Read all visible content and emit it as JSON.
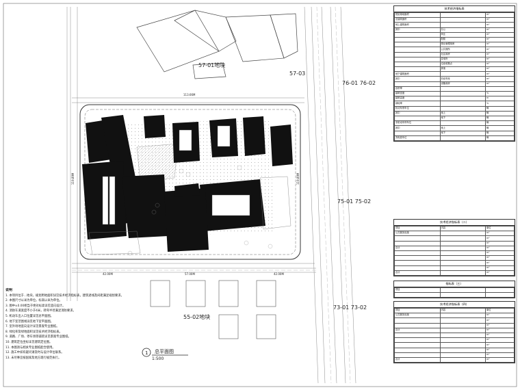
{
  "plan": {
    "parcel_labels": [
      "57-01地块",
      "57-03",
      "76-01 76-02",
      "75-01 75-02",
      "55-02地块",
      "73-01 73-02"
    ],
    "dimension_labels": [
      "113.66M",
      "119.89M",
      "119.89M",
      "42.00M",
      "57.00M",
      "42.00M"
    ],
    "drawing_title": "总平面图",
    "drawing_number": "1",
    "scale_text": "1:500"
  },
  "notes": {
    "heading": "说明",
    "lines": [
      "1. 本项目位于...地块，规划用地面积详见技术经济指标表，建筑退线及间距满足规划要求。",
      "2. 本图尺寸以米为单位，标高以米为单位。",
      "3. 图中±0.00相当于绝对标高详见竖向设计。",
      "4. 消防车道宽度不小于4米，转弯半径满足消防要求。",
      "5. 机动车出入口位置详见总平面图。",
      "6. 地下室范围线详见地下室平面图。",
      "7. 室外场地竖向设计详见景观专业图纸。",
      "8. 绿化率及绿地面积详见技术经济指标表。",
      "9. 道路、广场、停车场等铺装详见景观专业图纸。",
      "10. 建筑定位坐标详见建筑定位图。",
      "11. 本图须与相关专业图纸配合使用。",
      "12. 施工中如有疑问请及时与设计单位联系。",
      "13. 未尽事宜按国家及地方现行规范执行。"
    ]
  },
  "tables": [
    {
      "title": "技术经济指标表",
      "rows": [
        [
          "规划用地面积",
          "",
          "m²"
        ],
        [
          "总建筑面积",
          "",
          "m²"
        ],
        [
          "地上建筑面积",
          "",
          "m²"
        ],
        [
          "其中",
          "办公",
          "m²"
        ],
        [
          "",
          "商业",
          "m²"
        ],
        [
          "",
          "配套",
          "m²"
        ],
        [
          "",
          "物业管理用房",
          "m²"
        ],
        [
          "",
          "公共厕所",
          "m²"
        ],
        [
          "",
          "社区用房",
          "m²"
        ],
        [
          "",
          "变电所",
          "m²"
        ],
        [
          "",
          "垃圾收集点",
          "m²"
        ],
        [
          "",
          "其他",
          "m²"
        ],
        [
          "地下建筑面积",
          "",
          "m²"
        ],
        [
          "其中",
          "机动车库",
          "m²"
        ],
        [
          "",
          "设备用房",
          "m²"
        ],
        [
          "容积率",
          "",
          ""
        ],
        [
          "建筑密度",
          "",
          "%"
        ],
        [
          "建筑高度",
          "",
          "m"
        ],
        [
          "绿地率",
          "",
          "%"
        ],
        [
          "机动车停车位",
          "",
          "辆"
        ],
        [
          "其中",
          "地上",
          "辆"
        ],
        [
          "",
          "地下",
          "辆"
        ],
        [
          "非机动车停车位",
          "",
          "辆"
        ],
        [
          "其中",
          "地上",
          "辆"
        ],
        [
          "",
          "地下",
          "辆"
        ],
        [
          "充电桩车位",
          "",
          "辆"
        ]
      ]
    },
    {
      "title": "技术经济指标表（二）",
      "rows": [
        [
          "项目",
          "内容",
          "单位"
        ],
        [
          "公共服务设施",
          "",
          "m²"
        ],
        [
          "",
          "",
          "m²"
        ],
        [
          "",
          "",
          "m²"
        ],
        [
          "合计",
          "",
          "m²"
        ],
        [
          "",
          "",
          "m²"
        ],
        [
          "",
          "",
          "m²"
        ],
        [
          "",
          "",
          "m²"
        ],
        [
          "",
          "",
          "m²"
        ],
        [
          "合计",
          "",
          "m²"
        ]
      ]
    },
    {
      "title": "指标表（三）",
      "rows": [
        [
          "项目",
          "",
          ""
        ],
        [
          "",
          "",
          ""
        ]
      ]
    },
    {
      "title": "技术经济指标表（四）",
      "rows": [
        [
          "项目",
          "内容",
          "单位"
        ],
        [
          "公共服务设施",
          "",
          "m²"
        ],
        [
          "",
          "",
          "m²"
        ],
        [
          "",
          "",
          "m²"
        ],
        [
          "合计",
          "",
          "m²"
        ],
        [
          "",
          "",
          "m²"
        ],
        [
          "",
          "",
          "m²"
        ],
        [
          "",
          "",
          "m²"
        ],
        [
          "",
          "",
          "m²"
        ],
        [
          "",
          "",
          "m²"
        ],
        [
          "合计",
          "",
          "m²"
        ]
      ]
    }
  ]
}
